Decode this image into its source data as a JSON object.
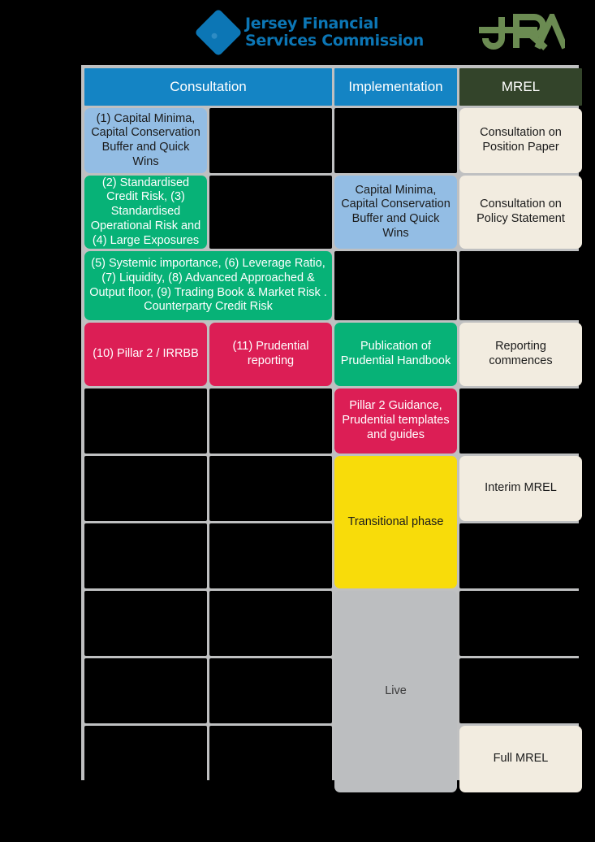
{
  "logos": {
    "jfsc": {
      "name": "jersey-financial-services-commission-logo",
      "line1": "Jersey Financial",
      "line2": "Services Commission",
      "color": "#0c76b5"
    },
    "jra": {
      "name": "jra-logo",
      "text": "JRA",
      "color": "#6b8b52"
    }
  },
  "table": {
    "headers": [
      {
        "label": "Consultation",
        "style": "hdr-blue",
        "colspan": 2
      },
      {
        "label": "Implementation",
        "style": "hdr-blue",
        "colspan": 1
      },
      {
        "label": "MREL",
        "style": "hdr-green",
        "colspan": 1
      }
    ],
    "rows": [
      {
        "index": 1,
        "cells": [
          {
            "col": "consultation-a",
            "label": "(1) Capital Minima, Capital Conservation Buffer and Quick Wins",
            "style": "c-blue"
          },
          {
            "col": "consultation-b",
            "label": "",
            "style": "c-empty"
          },
          {
            "col": "implementation",
            "label": "",
            "style": "c-empty"
          },
          {
            "col": "mrel",
            "label": "Consultation on Position Paper",
            "style": "c-cream"
          }
        ]
      },
      {
        "index": 2,
        "cells": [
          {
            "col": "consultation-a",
            "label": "(2) Standardised Credit Risk, (3) Standardised Operational Risk and (4) Large Exposures",
            "style": "c-green"
          },
          {
            "col": "consultation-b",
            "label": "",
            "style": "c-empty"
          },
          {
            "col": "implementation",
            "label": "Capital Minima, Capital Conservation Buffer and Quick Wins",
            "style": "c-blue"
          },
          {
            "col": "mrel",
            "label": "Consultation on Policy Statement",
            "style": "c-cream"
          }
        ]
      },
      {
        "index": 3,
        "cells": [
          {
            "col": "consultation-span",
            "label": "(5) Systemic importance, (6) Leverage Ratio, (7) Liquidity, (8) Advanced Approached & Output floor, (9) Trading Book & Market Risk . Counterparty Credit Risk",
            "style": "c-green"
          },
          {
            "col": "implementation",
            "label": "",
            "style": "c-empty"
          },
          {
            "col": "mrel",
            "label": "",
            "style": "c-empty"
          }
        ]
      },
      {
        "index": 4,
        "cells": [
          {
            "col": "consultation-a",
            "label": "(10) Pillar 2 / IRRBB",
            "style": "c-pink"
          },
          {
            "col": "consultation-b",
            "label": "(11) Prudential reporting",
            "style": "c-pink"
          },
          {
            "col": "implementation",
            "label": "Publication of Prudential Handbook",
            "style": "c-green"
          },
          {
            "col": "mrel",
            "label": "Reporting commences",
            "style": "c-cream"
          }
        ]
      },
      {
        "index": 5,
        "cells": [
          {
            "col": "consultation-a",
            "label": "",
            "style": "c-empty"
          },
          {
            "col": "consultation-b",
            "label": "",
            "style": "c-empty"
          },
          {
            "col": "implementation",
            "label": "Pillar 2 Guidance, Prudential templates and guides",
            "style": "c-pink"
          },
          {
            "col": "mrel",
            "label": "",
            "style": "c-empty"
          }
        ]
      },
      {
        "index": 6,
        "cells": [
          {
            "col": "consultation-a",
            "label": "",
            "style": "c-empty"
          },
          {
            "col": "consultation-b",
            "label": "",
            "style": "c-empty"
          },
          {
            "col": "implementation",
            "label": "Transitional phase",
            "style": "c-yellow",
            "rowspan": 2
          },
          {
            "col": "mrel",
            "label": "Interim MREL",
            "style": "c-cream"
          }
        ]
      },
      {
        "index": 7,
        "cells": [
          {
            "col": "consultation-a",
            "label": "",
            "style": "c-empty"
          },
          {
            "col": "consultation-b",
            "label": "",
            "style": "c-empty"
          },
          {
            "col": "mrel",
            "label": "",
            "style": "c-empty"
          }
        ]
      },
      {
        "index": 8,
        "cells": [
          {
            "col": "consultation-a",
            "label": "",
            "style": "c-empty"
          },
          {
            "col": "consultation-b",
            "label": "",
            "style": "c-empty"
          },
          {
            "col": "implementation",
            "label": "Live",
            "style": "c-grey",
            "rowspan": 3
          },
          {
            "col": "mrel",
            "label": "",
            "style": "c-empty"
          }
        ]
      },
      {
        "index": 9,
        "cells": [
          {
            "col": "consultation-a",
            "label": "",
            "style": "c-empty"
          },
          {
            "col": "consultation-b",
            "label": "",
            "style": "c-empty"
          },
          {
            "col": "mrel",
            "label": "",
            "style": "c-empty"
          }
        ]
      },
      {
        "index": 10,
        "cells": [
          {
            "col": "consultation-a",
            "label": "",
            "style": "c-empty"
          },
          {
            "col": "consultation-b",
            "label": "",
            "style": "c-empty"
          },
          {
            "col": "mrel",
            "label": "Full MREL",
            "style": "c-cream"
          }
        ]
      }
    ]
  },
  "palette": {
    "background": "#000000",
    "grid_border": "#bfc0c1",
    "header_blue": "#1484c4",
    "header_green": "#33442a",
    "light_blue": "#93bde4",
    "green": "#07b277",
    "pink": "#dc1e55",
    "yellow": "#f8dc0a",
    "grey": "#bcbec0",
    "cream": "#f2ece0"
  }
}
